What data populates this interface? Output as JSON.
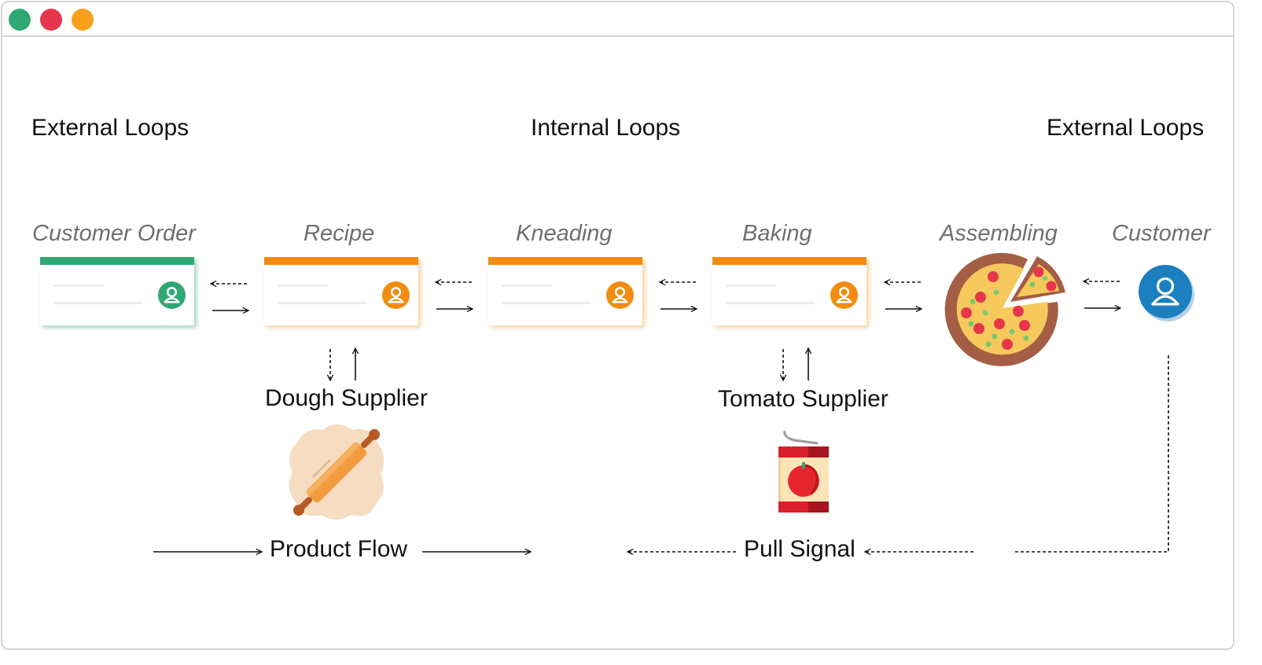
{
  "window": {
    "controls": [
      "green-dot",
      "red-dot",
      "orange-dot"
    ]
  },
  "headings": {
    "left": "External Loops",
    "center": "Internal Loops",
    "right": "External Loops"
  },
  "stages": {
    "customer_order": "Customer Order",
    "recipe": "Recipe",
    "kneading": "Kneading",
    "baking": "Baking",
    "assembling": "Assembling",
    "customer": "Customer"
  },
  "suppliers": {
    "dough": "Dough Supplier",
    "tomato": "Tomato Supplier"
  },
  "legend": {
    "product_flow": "Product Flow",
    "pull_signal": "Pull Signal"
  },
  "colors": {
    "green": "#2fa874",
    "orange": "#f38b0f",
    "blue": "#1b7fc0",
    "stage_label": "#6f6f6f"
  },
  "icons": {
    "customer_order": "user-card-icon",
    "pizza": "pizza-icon",
    "customer": "user-circle-icon",
    "dough": "rolling-pin-dough-icon",
    "tomato": "tomato-can-icon"
  }
}
